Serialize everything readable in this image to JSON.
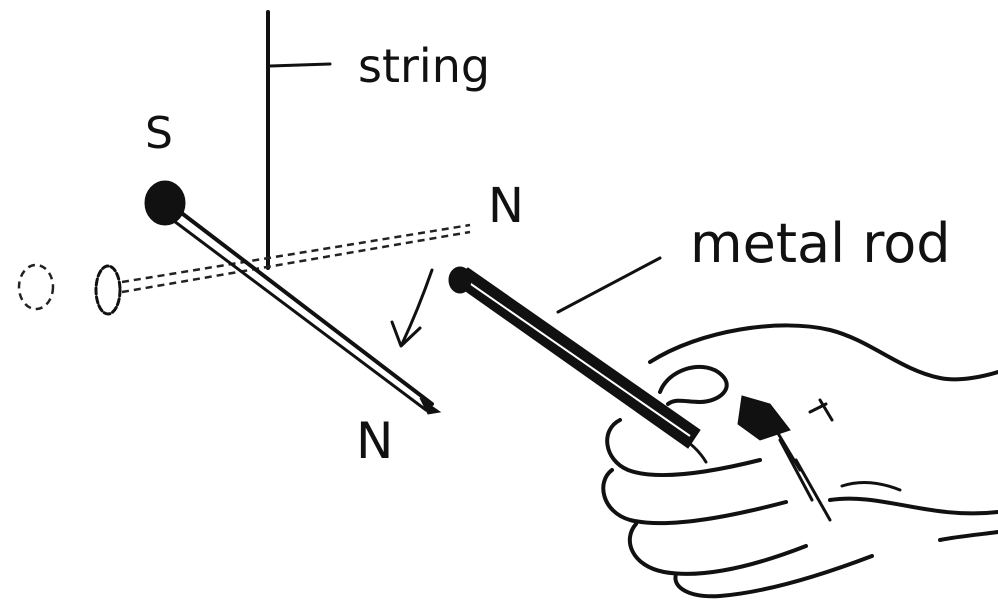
{
  "labels": {
    "string": "string",
    "metal_rod": "metal rod",
    "south_pole": "S",
    "north_pole_original": "N",
    "north_pole_deflected": "N"
  },
  "colors": {
    "ink": "#111111",
    "background": "#ffffff"
  },
  "icons": {
    "hand": "hand-holding-rod"
  }
}
